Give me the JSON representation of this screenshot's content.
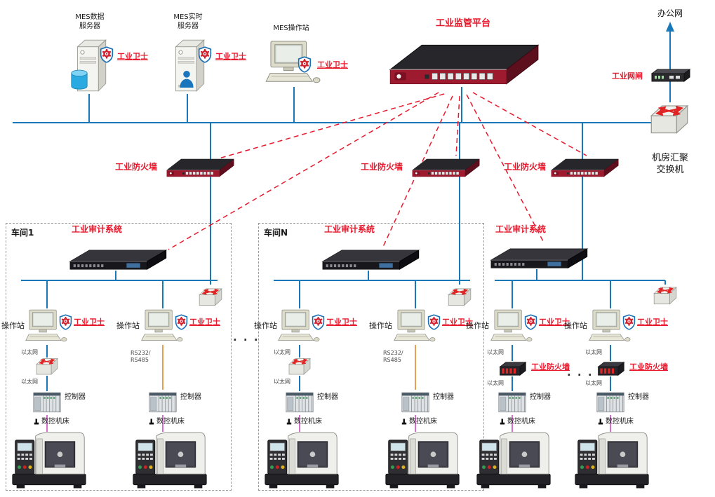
{
  "colors": {
    "bus": "#1878b8",
    "alert": "#e8192c",
    "serial": "#e0872a",
    "machine_link": "#cf4bc4"
  },
  "top": {
    "mes_data_server": {
      "line1": "MES数据",
      "line2": "服务器",
      "guard": "工业卫士"
    },
    "mes_realtime_server": {
      "line1": "MES实时",
      "line2": "服务器",
      "guard": "工业卫士"
    },
    "mes_operator_station": {
      "label": "MES操作站",
      "guard": "工业卫士"
    },
    "platform": {
      "label": "工业监管平台"
    },
    "office_network": {
      "label": "办公网"
    },
    "gateway": {
      "label": "工业网闸"
    },
    "aggregation_switch": {
      "line1": "机房汇聚",
      "line2": "交换机"
    }
  },
  "firewall_row": {
    "fw1": "工业防火墙",
    "fw2": "工业防火墙",
    "fw3": "工业防火墙"
  },
  "ellipsis": "· · ·",
  "workshops": [
    {
      "name": "车间1",
      "audit": "工业审计系统",
      "station_a": {
        "label": "操作站",
        "guard": "工业卫士",
        "eth1": "以太网",
        "eth2": "以太网",
        "controller": "控制器",
        "machine": "数控机床"
      },
      "station_b": {
        "label": "操作站",
        "guard": "工业卫士",
        "serial1": "RS232/",
        "serial2": "RS485",
        "controller": "控制器",
        "machine": "数控机床"
      }
    },
    {
      "name": "车间N",
      "audit": "工业审计系统",
      "station_a": {
        "label": "操作站",
        "guard": "工业卫士",
        "eth1": "以太网",
        "eth2": "以太网",
        "controller": "控制器",
        "machine": "数控机床"
      },
      "station_b": {
        "label": "操作站",
        "guard": "工业卫士",
        "serial1": "RS232/",
        "serial2": "RS485",
        "controller": "控制器",
        "machine": "数控机床"
      }
    },
    {
      "audit": "工业审计系统",
      "ellipsis": "· · ·",
      "station_a": {
        "label": "操作站",
        "guard": "工业卫士",
        "eth1": "以太网",
        "firewall": "工业防火墙",
        "eth2": "以太网",
        "controller": "控制器",
        "machine": "数控机床"
      },
      "station_b": {
        "label": "操作站",
        "guard": "工业卫士",
        "eth1": "以太网",
        "firewall": "工业防火墙",
        "eth2": "以太网",
        "controller": "控制器",
        "machine": "数控机床"
      }
    }
  ]
}
